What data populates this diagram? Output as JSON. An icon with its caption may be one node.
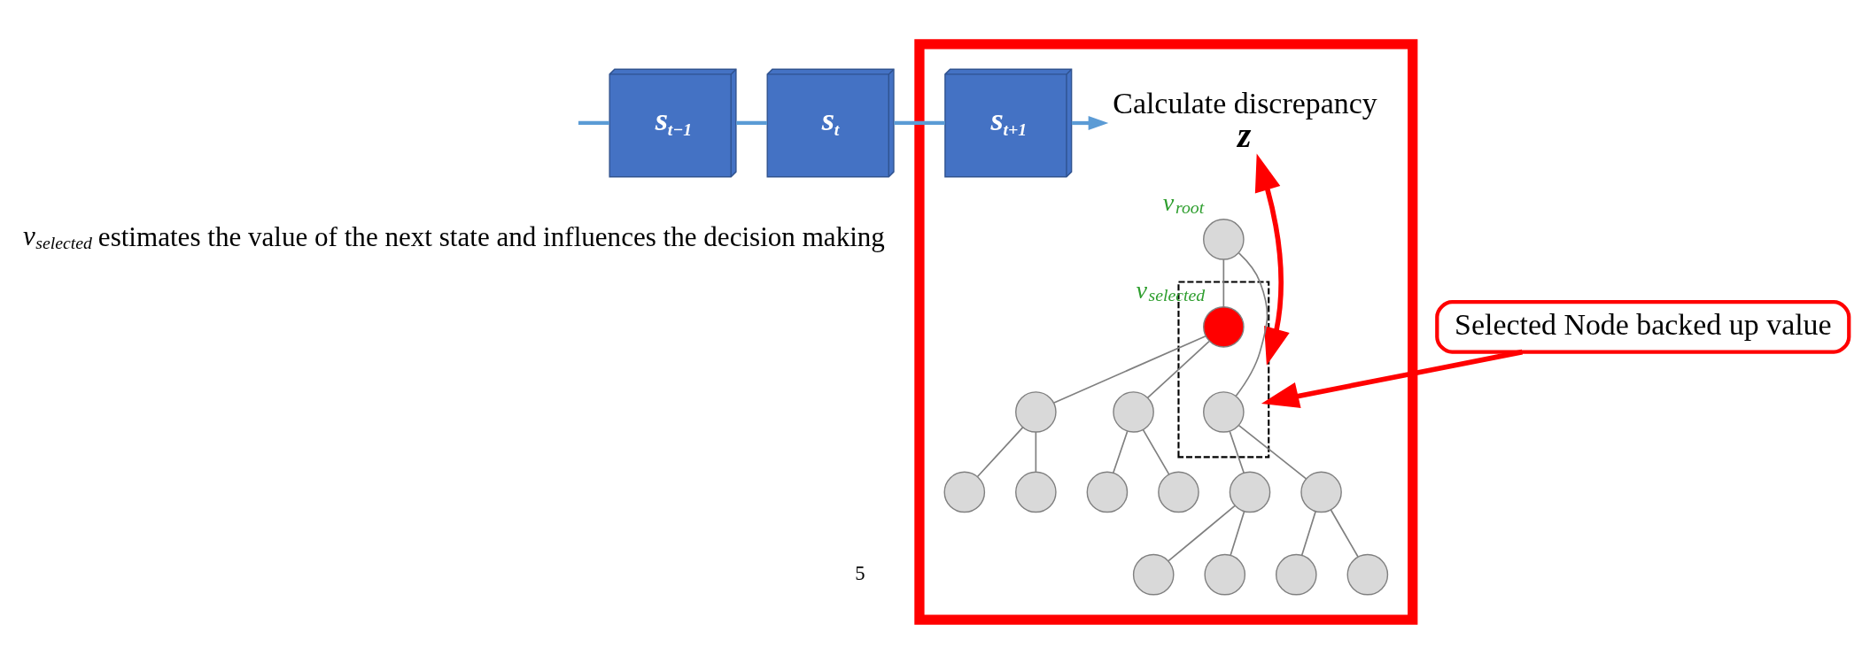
{
  "diagram": {
    "nodes": [
      {
        "text": [],
        "shape": "box"
      },
      {
        "text": [
          "s$_{t−1}$"
        ]
      },
      {
        "text": [
          "s$_{t}$"
        ]
      },
      {
        "text": [
          "s$_{t+1}$"
        ],
        "in": 0
      },
      {
        "text": [
          "Calculate discrepancy",
          "z"
        ],
        "in": 0
      },
      {
        "text": [],
        "shape": "box",
        "in": 0
      },
      {
        "text": [],
        "shape": "circle",
        "beside": [
          "v$_{root}$"
        ],
        "in": 0
      },
      {
        "text": [],
        "shape": "circle",
        "in": 5
      },
      {
        "text": [],
        "shape": "circle",
        "beside": [
          "v$_{selected}$"
        ],
        "in": 5
      },
      {
        "text": [],
        "shape": "circle",
        "in": 0
      },
      {
        "text": [],
        "shape": "circle",
        "in": 0
      },
      {
        "text": [],
        "shape": "circle",
        "in": 0
      },
      {
        "text": [],
        "shape": "circle",
        "in": 0
      },
      {
        "text": [],
        "shape": "circle",
        "in": 0
      },
      {
        "text": [],
        "shape": "circle",
        "in": 0
      },
      {
        "text": [],
        "shape": "circle",
        "in": 0
      },
      {
        "text": [],
        "shape": "circle",
        "in": 0
      },
      {
        "text": [],
        "shape": "circle",
        "in": 0
      },
      {
        "text": [],
        "shape": "circle",
        "in": 0
      },
      {
        "text": [],
        "shape": "circle",
        "in": 0
      },
      {
        "text": [],
        "shape": "circle",
        "in": 0
      },
      {
        "text": [
          "Selected Node backed up value"
        ]
      }
    ],
    "edges": [
      {
        "from": null,
        "to": 1,
        "arrow": "none",
        "color": "#5b9bd5"
      },
      {
        "from": 1,
        "to": 2,
        "arrow": "none",
        "color": "#5b9bd5"
      },
      {
        "from": 2,
        "to": 3,
        "arrow": "none",
        "color": "#5b9bd5"
      },
      {
        "from": 3,
        "to": 4,
        "arrow": "to",
        "color": "#5b9bd5"
      },
      {
        "from": 6,
        "to": 7,
        "arrow": "none"
      },
      {
        "from": 6,
        "to": 8,
        "arrow": "none"
      },
      {
        "from": 7,
        "to": 9,
        "arrow": "none"
      },
      {
        "from": 7,
        "to": 10,
        "arrow": "none"
      },
      {
        "from": 8,
        "to": 11,
        "arrow": "none"
      },
      {
        "from": 8,
        "to": 12,
        "arrow": "none"
      },
      {
        "from": 9,
        "to": 13,
        "arrow": "none"
      },
      {
        "from": 9,
        "to": 14,
        "arrow": "none"
      },
      {
        "from": 10,
        "to": 15,
        "arrow": "none"
      },
      {
        "from": 10,
        "to": 16,
        "arrow": "none"
      },
      {
        "from": 11,
        "to": 17,
        "arrow": "none"
      },
      {
        "from": 11,
        "to": 18,
        "arrow": "none"
      },
      {
        "from": 12,
        "to": 19,
        "arrow": "none"
      },
      {
        "from": 12,
        "to": 20,
        "arrow": "none"
      },
      {
        "from": 4,
        "to": 5,
        "arrow": "both",
        "style": "thick",
        "color": "#ff0000"
      },
      {
        "from": 21,
        "to": 5,
        "arrow": "to",
        "style": "thick",
        "color": "#ff0000"
      }
    ],
    "labels": [
      "v$_{selected}$ estimates the value of the next state and influences the decision making",
      "5"
    ]
  }
}
